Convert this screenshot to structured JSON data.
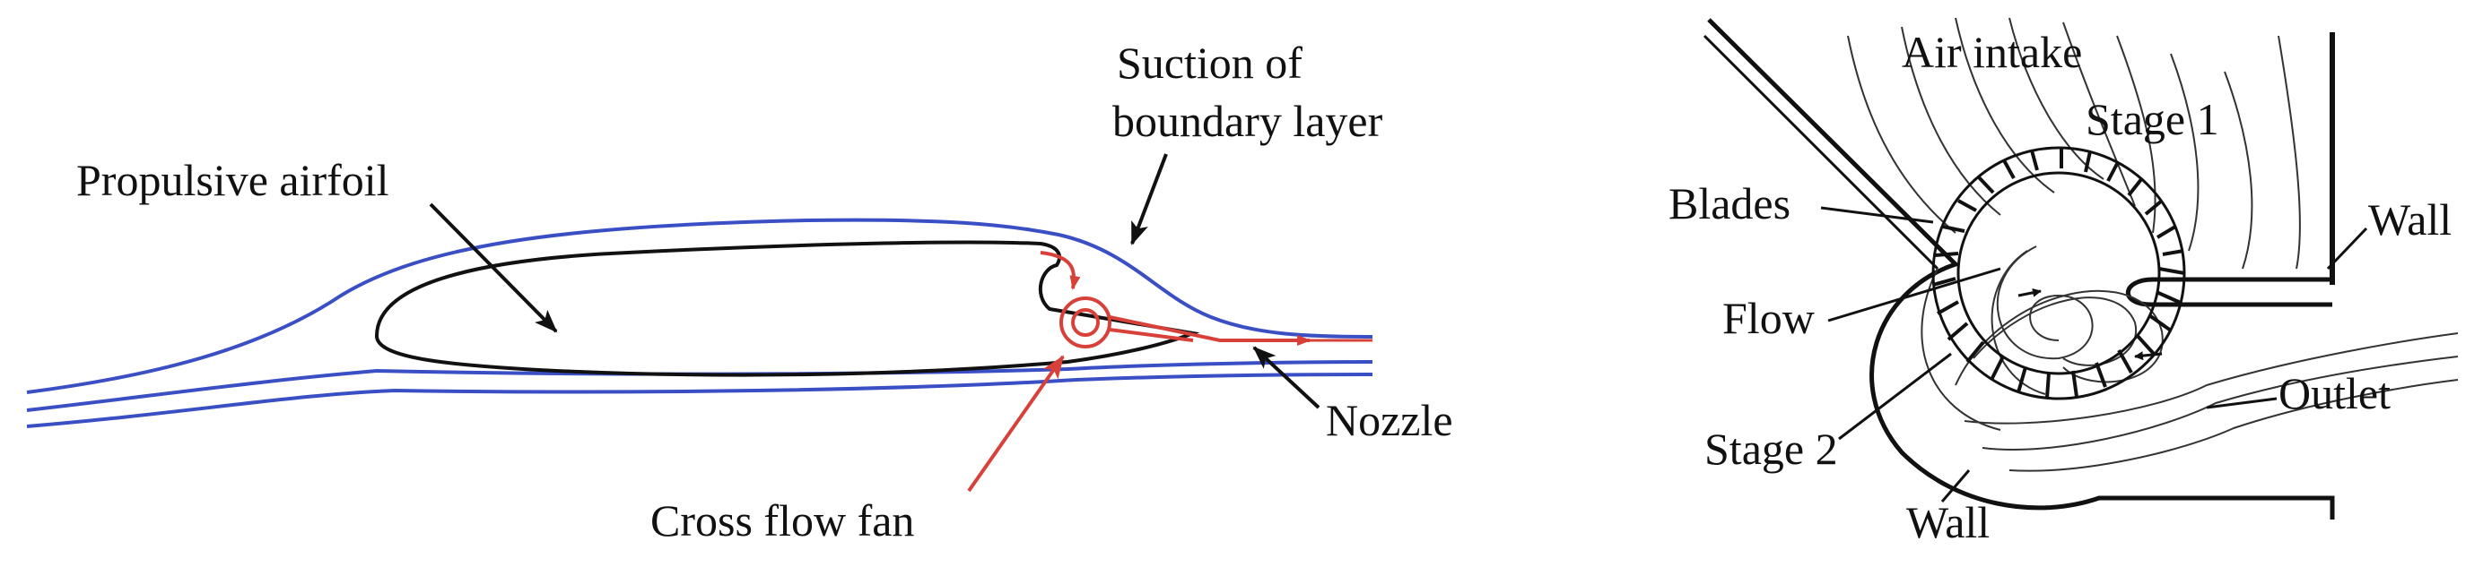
{
  "colors": {
    "streamline_blue": "#3a4fc4",
    "fan_red": "#d8403a",
    "ink": "#111111",
    "flow_line": "#333333"
  },
  "left_figure": {
    "labels": {
      "airfoil": "Propulsive airfoil",
      "suction_line1": "Suction of",
      "suction_line2": "boundary layer",
      "nozzle": "Nozzle",
      "fan": "Cross flow fan"
    }
  },
  "right_figure": {
    "labels": {
      "air_intake": "Air intake",
      "stage1": "Stage 1",
      "blades": "Blades",
      "wall_right": "Wall",
      "flow": "Flow",
      "outlet": "Outlet",
      "stage2": "Stage 2",
      "wall_bottom": "Wall"
    }
  }
}
